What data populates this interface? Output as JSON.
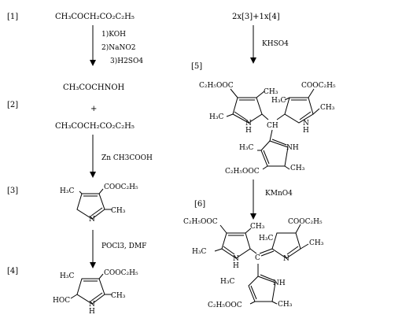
{
  "labels": {
    "c1": "[1]",
    "c2": "[2]",
    "c3": "[3]",
    "c4": "[4]",
    "c5": "[5]",
    "c6": "[6]"
  },
  "compound1": {
    "formula": "CH₃COCH₂CO₂C₂H₅"
  },
  "step1": {
    "conditions": [
      "1)KOH",
      "2)NaNO2",
      "3)H2SO4"
    ]
  },
  "compound2": {
    "oxime": "CH₃COCHNOH",
    "plus": "+",
    "ester": "CH₃COCH₂CO₂C₂H₅"
  },
  "step2": {
    "conditions": "Zn CH3COOH"
  },
  "compound3": {
    "me_left": "H₃C",
    "ester": "COOC₂H₅",
    "me_right": "CH₃",
    "n": "N"
  },
  "step3": {
    "conditions": "POCl3, DMF"
  },
  "compound4": {
    "me_left": "H₃C",
    "ester": "COOC₂H₅",
    "me_right": "CH₃",
    "cho": "HOC",
    "n": "N",
    "h": "H"
  },
  "step4": {
    "equation": "2x[3]+1x[4]",
    "reagent": "KHSO4"
  },
  "compound5": {
    "ester_tl": "C₂H₅OOC",
    "ch3_tl": "CH₃",
    "h3c_l": "H₃C",
    "nh_l": "N",
    "h_l": "H",
    "ch": "CH",
    "ester_tr": "COOC₂H₅",
    "h3c_tr": "H₃C",
    "ch3_r": "CH₃",
    "nh_r": "N",
    "h_r": "H",
    "h3c_b": "H₃C",
    "nh_b": "NH",
    "ester_b": "C₂H₅OOC",
    "ch3_b": "CH₃"
  },
  "step5": {
    "reagent": "KMnO4"
  },
  "compound6": {
    "ester_tl": "C₂H₅OOC",
    "ch3_tl": "CH₃",
    "h3c_l": "H₃C",
    "nh_l": "N",
    "h_l": "H",
    "c_center": "C",
    "ester_tr": "COOC₂H₅",
    "h3c_tr": "H₃C",
    "ch3_r": "CH₃",
    "n_r": "N",
    "h3c_b": "H₃C",
    "nh_b": "NH",
    "ester_b": "C₂H₅OOC",
    "ch3_b": "CH₃"
  }
}
